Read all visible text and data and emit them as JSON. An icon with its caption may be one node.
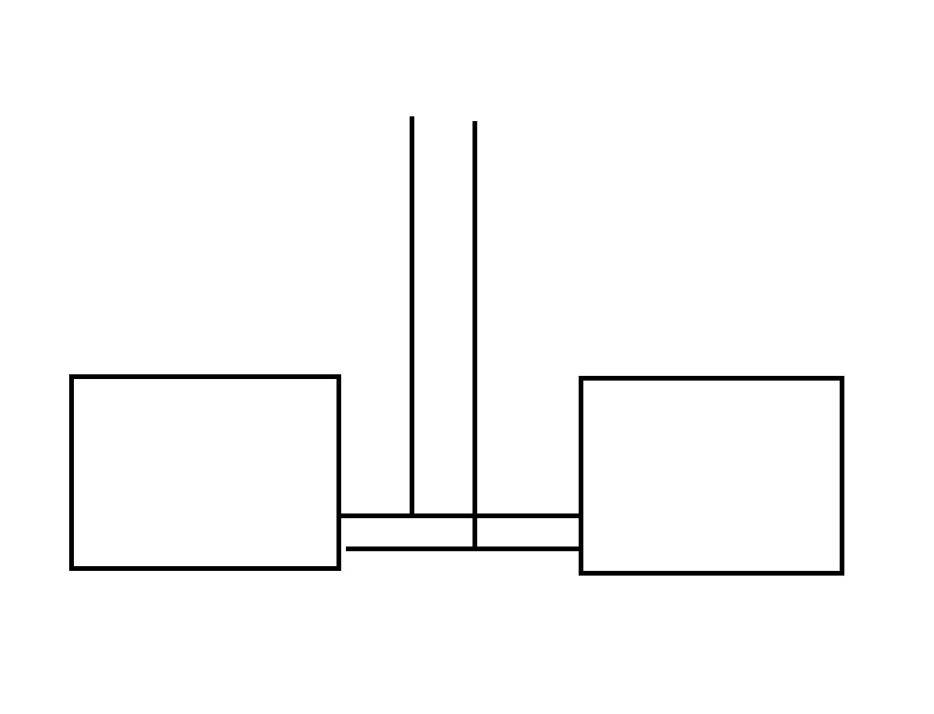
{
  "diagram": {
    "nodes": [
      {
        "text": [],
        "shape": "box"
      },
      {
        "text": [],
        "shape": "box"
      }
    ],
    "edges": [
      {
        "from": 0,
        "to": 1,
        "arrow": "none"
      },
      {
        "from": 0,
        "to": 1,
        "arrow": "none"
      }
    ]
  }
}
